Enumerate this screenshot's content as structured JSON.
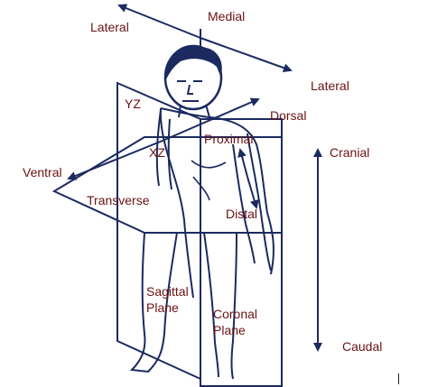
{
  "colors": {
    "label": "#6b1212",
    "line": "#1b2a60",
    "background": "#ffffff"
  },
  "labels": {
    "medial": "Medial",
    "lateral_left": "Lateral",
    "lateral_right": "Lateral",
    "dorsal": "Dorsal",
    "ventral": "Ventral",
    "cranial": "Cranial",
    "caudal": "Caudal",
    "yz": "YZ",
    "xz": "XZ",
    "proximal": "Proximal",
    "distal": "Distal",
    "transverse": "Transverse",
    "sagittal_plane": "Sagittal Plane",
    "coronal_plane": "Coronal Plane"
  }
}
